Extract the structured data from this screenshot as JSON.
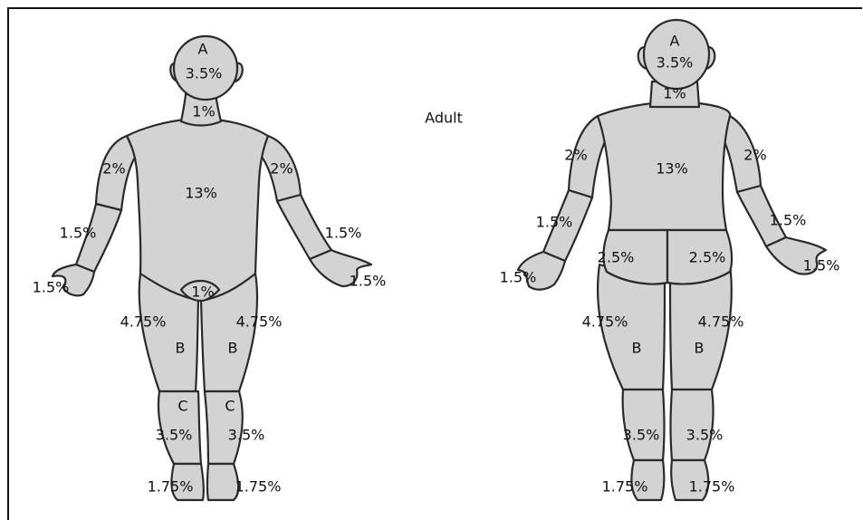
{
  "title": "Adult",
  "front": {
    "head_letter": "A",
    "head": "3.5%",
    "neck": "1%",
    "upper_arm_left": "2%",
    "upper_arm_right": "2%",
    "trunk": "13%",
    "forearm_left": "1.5%",
    "forearm_right": "1.5%",
    "hand_left": "1.5%",
    "hand_right": "1.5%",
    "genitals": "1%",
    "thigh_left": "4.75%",
    "thigh_right": "4.75%",
    "thigh_letter_left": "B",
    "thigh_letter_right": "B",
    "leg_letter_left": "C",
    "leg_letter_right": "C",
    "leg_left": "3.5%",
    "leg_right": "3.5%",
    "foot_left": "1.75%",
    "foot_right": "1.75%"
  },
  "back": {
    "head_letter": "A",
    "head": "3.5%",
    "neck": "1%",
    "upper_arm_left": "2%",
    "upper_arm_right": "2%",
    "trunk": "13%",
    "forearm_left": "1.5%",
    "forearm_right": "1.5%",
    "hand_left": "1.5%",
    "hand_right": "1.5%",
    "buttock_left": "2.5%",
    "buttock_right": "2.5%",
    "thigh_left": "4.75%",
    "thigh_right": "4.75%",
    "thigh_letter_left": "B",
    "thigh_letter_right": "B",
    "leg_left": "3.5%",
    "leg_right": "3.5%",
    "foot_left": "1.75%",
    "foot_right": "1.75%"
  }
}
